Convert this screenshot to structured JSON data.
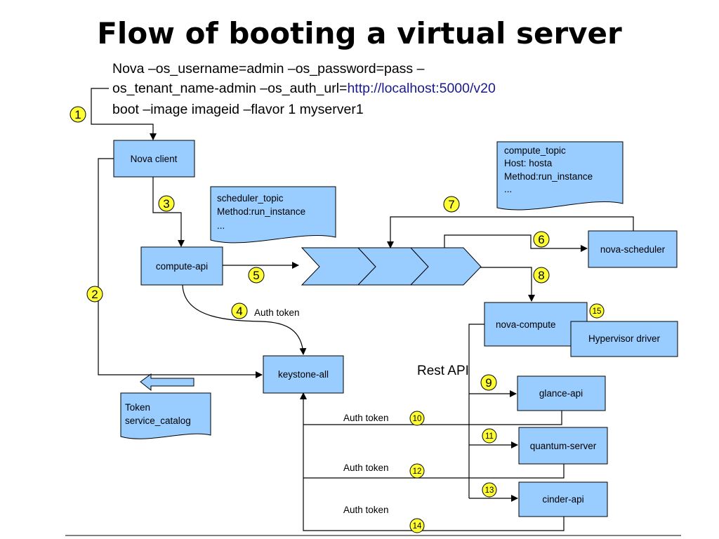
{
  "title": "Flow of booting a virtual server",
  "command": {
    "line1": "Nova –os_username=admin –os_password=pass –",
    "line2_prefix": "os_tenant_name-admin –os_auth_url=",
    "line2_url": "http://localhost:5000/v20",
    "line3": "boot –image imageid –flavor 1 myserver1"
  },
  "nodes": {
    "nova_client": "Nova client",
    "compute_api": "compute-api",
    "keystone_all": "keystone-all",
    "nova_scheduler": "nova-scheduler",
    "nova_compute": "nova-compute",
    "hypervisor_driver": "Hypervisor driver",
    "glance_api": "glance-api",
    "quantum_server": "quantum-server",
    "cinder_api": "cinder-api"
  },
  "notes": {
    "scheduler": [
      "scheduler_topic",
      "Method:run_instance",
      "..."
    ],
    "compute": [
      "compute_topic",
      "Host: hosta",
      "Method:run_instance",
      "..."
    ],
    "token": [
      "Token",
      "service_catalog"
    ]
  },
  "labels": {
    "auth_token_4": "Auth token",
    "auth_token_10": "Auth token",
    "auth_token_12": "Auth token",
    "auth_token_14": "Auth token",
    "rest_api": "Rest API"
  },
  "steps": [
    "1",
    "2",
    "3",
    "4",
    "5",
    "6",
    "7",
    "8",
    "9",
    "10",
    "11",
    "12",
    "13",
    "14",
    "15"
  ],
  "colors": {
    "box_fill": "#99ccff",
    "badge_fill": "#ffff33",
    "link_text": "#1a1a8c"
  }
}
